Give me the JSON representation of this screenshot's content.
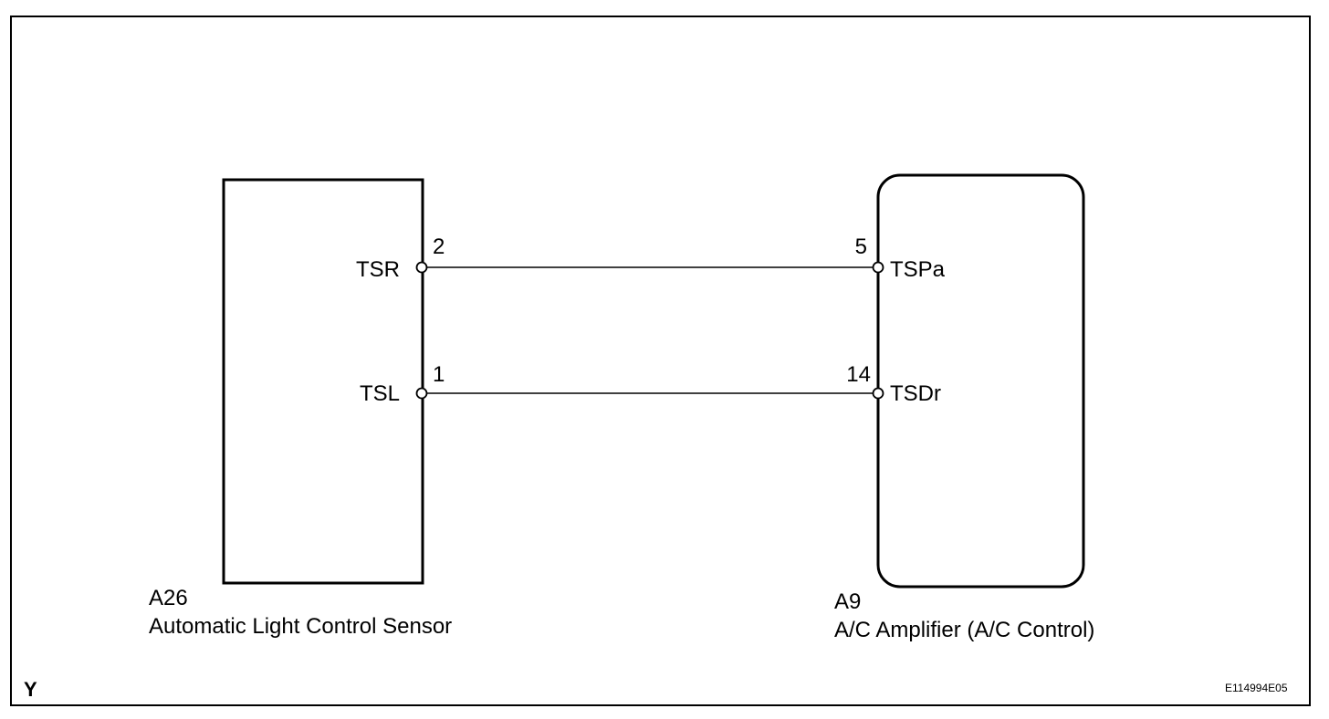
{
  "diagram": {
    "left_component": {
      "code": "A26",
      "name": "Automatic Light Control Sensor",
      "terminals": [
        {
          "name": "TSR",
          "pin": "2"
        },
        {
          "name": "TSL",
          "pin": "1"
        }
      ]
    },
    "right_component": {
      "code": "A9",
      "name": "A/C Amplifier (A/C Control)",
      "terminals": [
        {
          "name": "TSPa",
          "pin": "5"
        },
        {
          "name": "TSDr",
          "pin": "14"
        }
      ]
    },
    "connections": [
      {
        "from": "TSR",
        "from_pin": "2",
        "to": "TSPa",
        "to_pin": "5"
      },
      {
        "from": "TSL",
        "from_pin": "1",
        "to": "TSDr",
        "to_pin": "14"
      }
    ],
    "corner_letter": "Y",
    "figure_id": "E114994E05"
  }
}
